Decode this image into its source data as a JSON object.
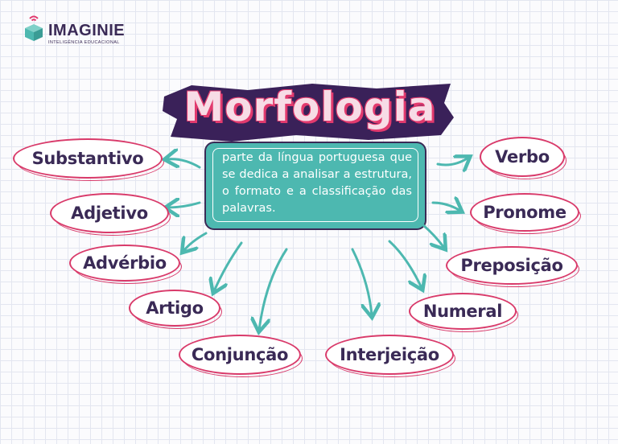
{
  "brand": {
    "name": "IMAGINIE",
    "tagline": "INTELIGÊNCIA EDUCACIONAL"
  },
  "title": "Morfologia",
  "definition": "parte da língua portuguesa que se dedica a analisar a estrutura, o formato e a classificação das palavras.",
  "classes_left": [
    "Substantivo",
    "Adjetivo",
    "Advérbio",
    "Artigo",
    "Conjunção"
  ],
  "classes_right": [
    "Verbo",
    "Pronome",
    "Preposição",
    "Numeral",
    "Interjeição"
  ],
  "colors": {
    "accent": "#d93a6a",
    "teal": "#4db8b0",
    "navy": "#3a2a56"
  }
}
